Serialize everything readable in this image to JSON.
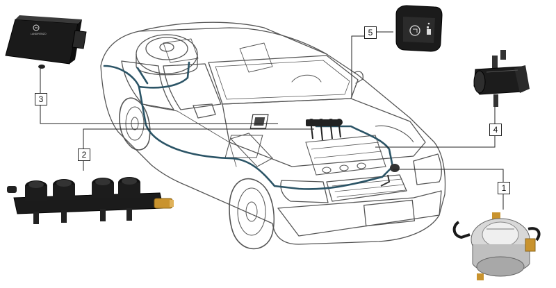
{
  "diagram": {
    "callouts": [
      {
        "label": "1",
        "component": "pressure-reducer"
      },
      {
        "label": "2",
        "component": "injector-rail"
      },
      {
        "label": "3",
        "component": "ecu"
      },
      {
        "label": "4",
        "component": "gas-filter"
      },
      {
        "label": "5",
        "component": "switch-panel"
      }
    ],
    "ecu_logo": "LANDIRENZO",
    "colors": {
      "gas_line": "#2b5466",
      "outline": "#555555",
      "leader": "#222222",
      "brass": "#c9932e",
      "dark_part": "#1a1a1a"
    }
  }
}
